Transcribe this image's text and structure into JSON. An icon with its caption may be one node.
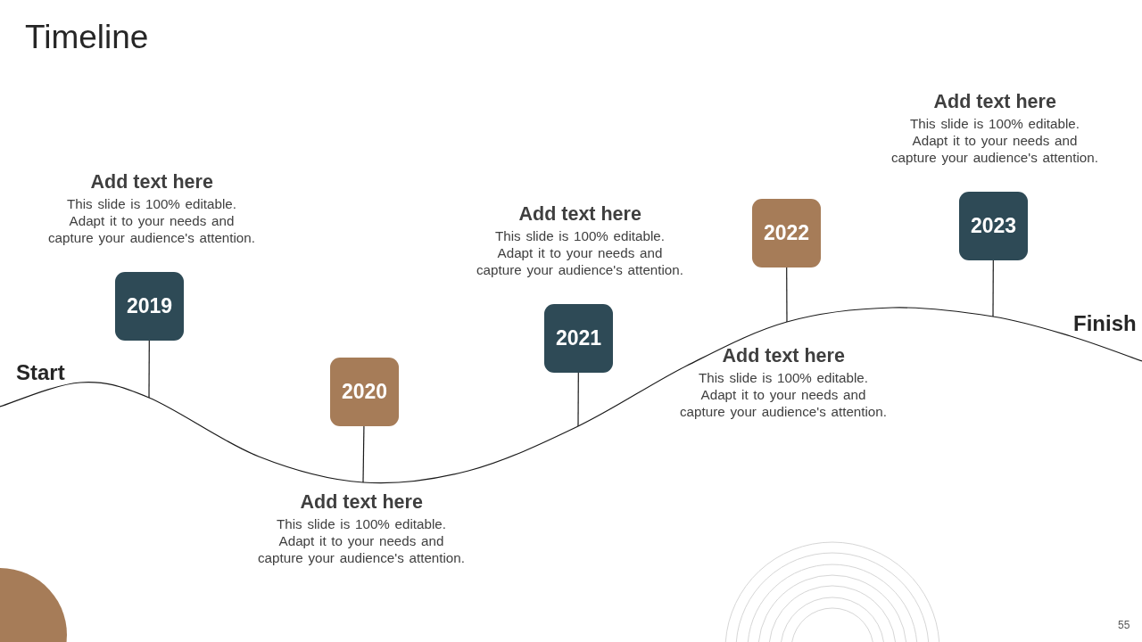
{
  "diagram": {
    "title": "Timeline",
    "nodes": [
      {
        "text": [
          "2019"
        ],
        "beside": [
          "Add text here",
          "This slide is 100% editable. Adapt it to your needs and capture your audience's attention."
        ]
      },
      {
        "text": [
          "2020"
        ],
        "beside": [
          "Add text here",
          "This slide is 100% editable. Adapt it to your needs and capture your audience's attention."
        ]
      },
      {
        "text": [
          "2021"
        ],
        "beside": [
          "Add text here",
          "This slide is 100% editable. Adapt it to your needs and capture your audience's attention."
        ]
      },
      {
        "text": [
          "2022"
        ],
        "beside": [
          "Add text here",
          "This slide is 100% editable. Adapt it to your needs and capture your audience's attention."
        ]
      },
      {
        "text": [
          "2023"
        ],
        "beside": [
          "Add text here",
          "This slide is 100% editable. Adapt it to your needs and capture your audience's attention."
        ]
      }
    ],
    "edges": [
      {
        "from": 0,
        "to": null,
        "arrow": "none"
      },
      {
        "from": 1,
        "to": null,
        "arrow": "none"
      },
      {
        "from": 2,
        "to": null,
        "arrow": "none"
      },
      {
        "from": 3,
        "to": null,
        "arrow": "none"
      },
      {
        "from": 4,
        "to": null,
        "arrow": "none"
      }
    ],
    "labels": [
      "Start",
      "Finish",
      "55"
    ]
  }
}
